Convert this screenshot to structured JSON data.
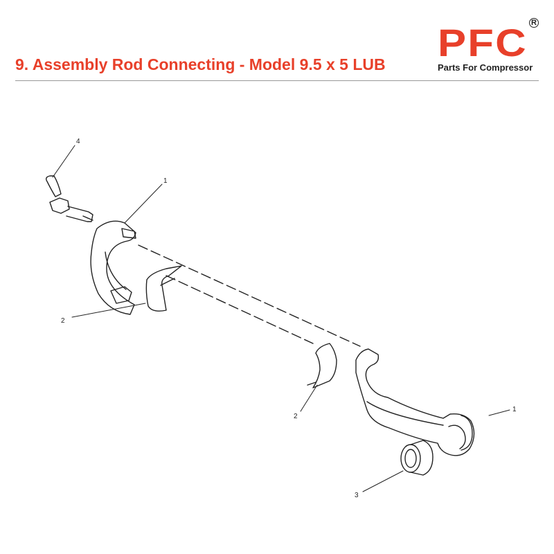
{
  "header": {
    "title": "9. Assembly Rod Connecting - Model 9.5 x 5 LUB"
  },
  "logo": {
    "mark": "PFC",
    "registered": "R",
    "tagline": "Parts For Compressor",
    "color": "#e8402a"
  },
  "diagram": {
    "callouts": [
      "4",
      "1",
      "2",
      "2",
      "1",
      "3"
    ]
  }
}
